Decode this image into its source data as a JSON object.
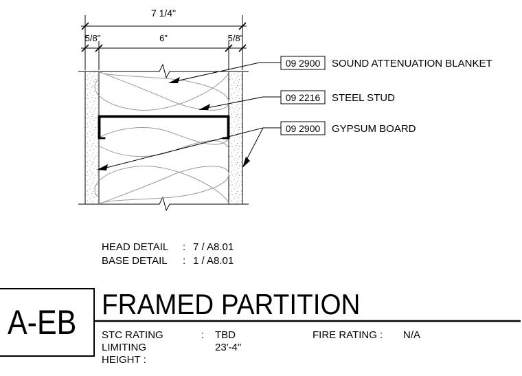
{
  "dimensions": {
    "overall": "7 1/4\"",
    "left_board": "5/8\"",
    "stud": "6\"",
    "right_board": "5/8\""
  },
  "callouts": [
    {
      "code": "09 2900",
      "label": "SOUND ATTENUATION BLANKET"
    },
    {
      "code": "09 2216",
      "label": "STEEL STUD"
    },
    {
      "code": "09 2900",
      "label": "GYPSUM BOARD"
    }
  ],
  "details": {
    "head_label": "HEAD DETAIL",
    "head_ref": "7 / A8.01",
    "base_label": "BASE DETAIL",
    "base_ref": "1 / A8.01",
    "separator": ":"
  },
  "title_block": {
    "code": "A-EB",
    "title": "FRAMED PARTITION",
    "stc_label": "STC RATING",
    "stc_colon": ":",
    "stc_value": "TBD",
    "limiting_label_1": "LIMITING",
    "limiting_label_2": "HEIGHT :",
    "limiting_value": "23'-4\"",
    "fire_label": "FIRE RATING :",
    "fire_value": "N/A"
  }
}
